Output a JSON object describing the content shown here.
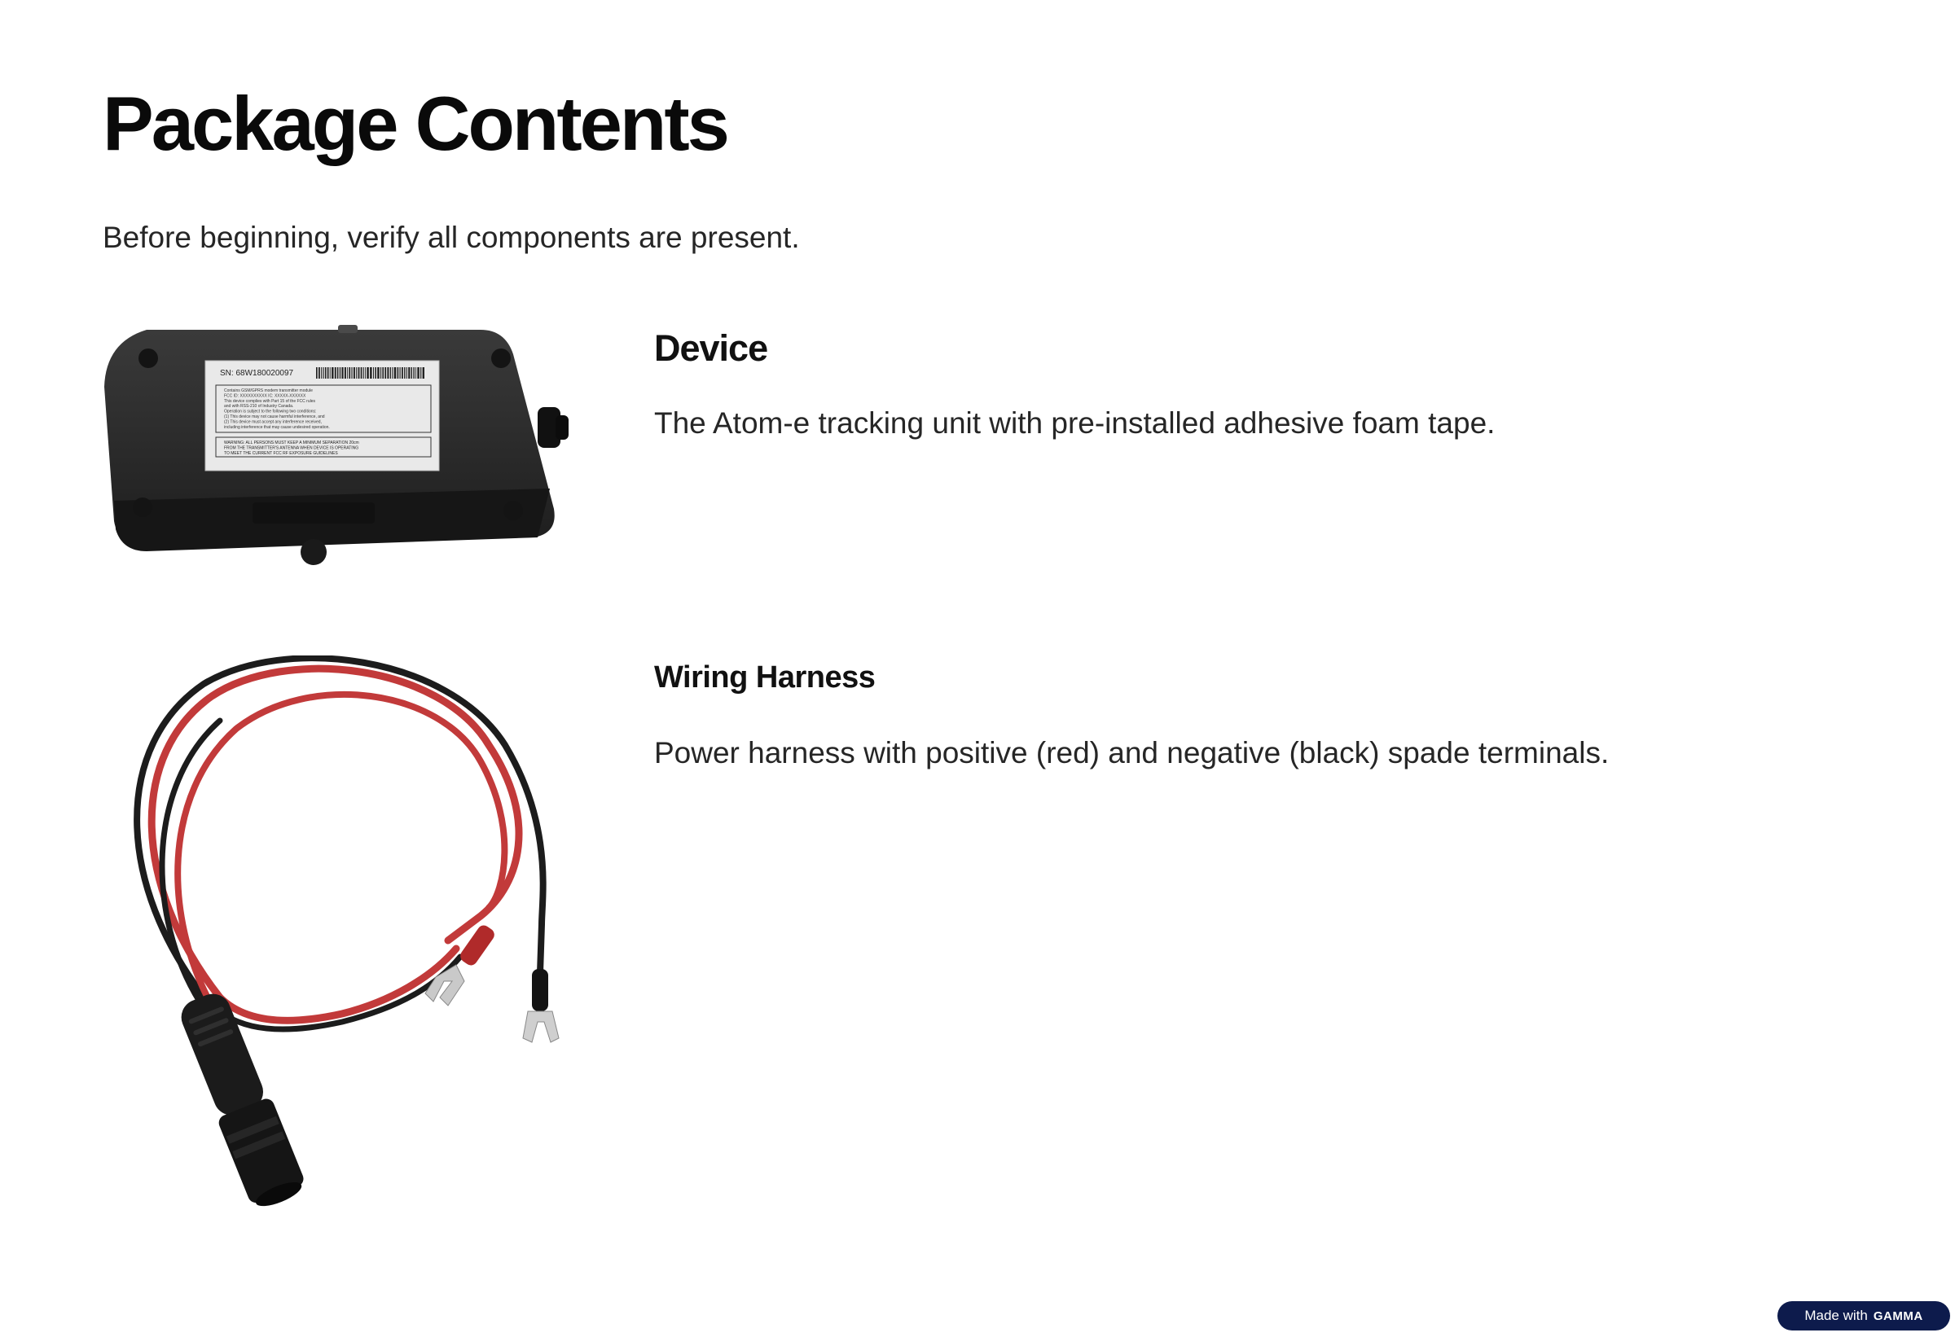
{
  "page": {
    "title": "Package Contents",
    "intro": "Before beginning, verify all components are present."
  },
  "items": [
    {
      "heading": "Device",
      "description": "The Atom-e tracking unit with pre-installed adhesive foam tape.",
      "photo": {
        "serial": "SN: 68W180020097",
        "label_lines": [
          "Contains GSM/GPRS modem transmitter module",
          "FCC ID: XXXXXXXXXX  IC: XXXXX-XXXXXX",
          "This device complies with Part 15 of the FCC rules",
          "and with RSS-210 of Industry Canada.",
          "Operation is subject to the following two conditions:",
          "(1) This device may not cause harmful interference, and",
          "(2) This device must accept any interference received,",
          "including interference that may cause undesired operation."
        ],
        "warning_lines": [
          "WARNING: ALL PERSONS MUST KEEP A MINIMUM SEPARATION 20cm",
          "FROM THE TRANSMITTER'S ANTENNA WHEN DEVICE IS OPERATING",
          "TO MEET THE CURRENT FCC RF EXPOSURE GUIDELINES"
        ]
      }
    },
    {
      "heading": "Wiring Harness",
      "description": "Power harness with positive (red) and negative (black) spade terminals."
    }
  ],
  "badge": {
    "prefix": "Made with",
    "brand": "GAMMA"
  },
  "colors": {
    "device_body": "#2a2a2a",
    "wire_red": "#c23a3a",
    "wire_black": "#1c1c1c",
    "badge_bg": "#0d1b4c"
  }
}
